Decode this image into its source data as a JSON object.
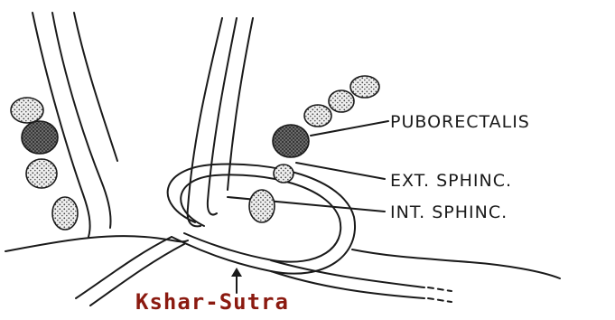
{
  "labels": {
    "puborectalis": "PUBORECTALIS",
    "ext_sphincter": "EXT. SPHINC.",
    "int_sphincter": "INT. SPHINC."
  },
  "caption": {
    "text": "Kshar-Sutra",
    "color": "#8b1a10"
  },
  "colors": {
    "ink": "#1a1a1a",
    "muscle_dark": "#4a4a4a",
    "muscle_light": "#e8e8e8"
  }
}
